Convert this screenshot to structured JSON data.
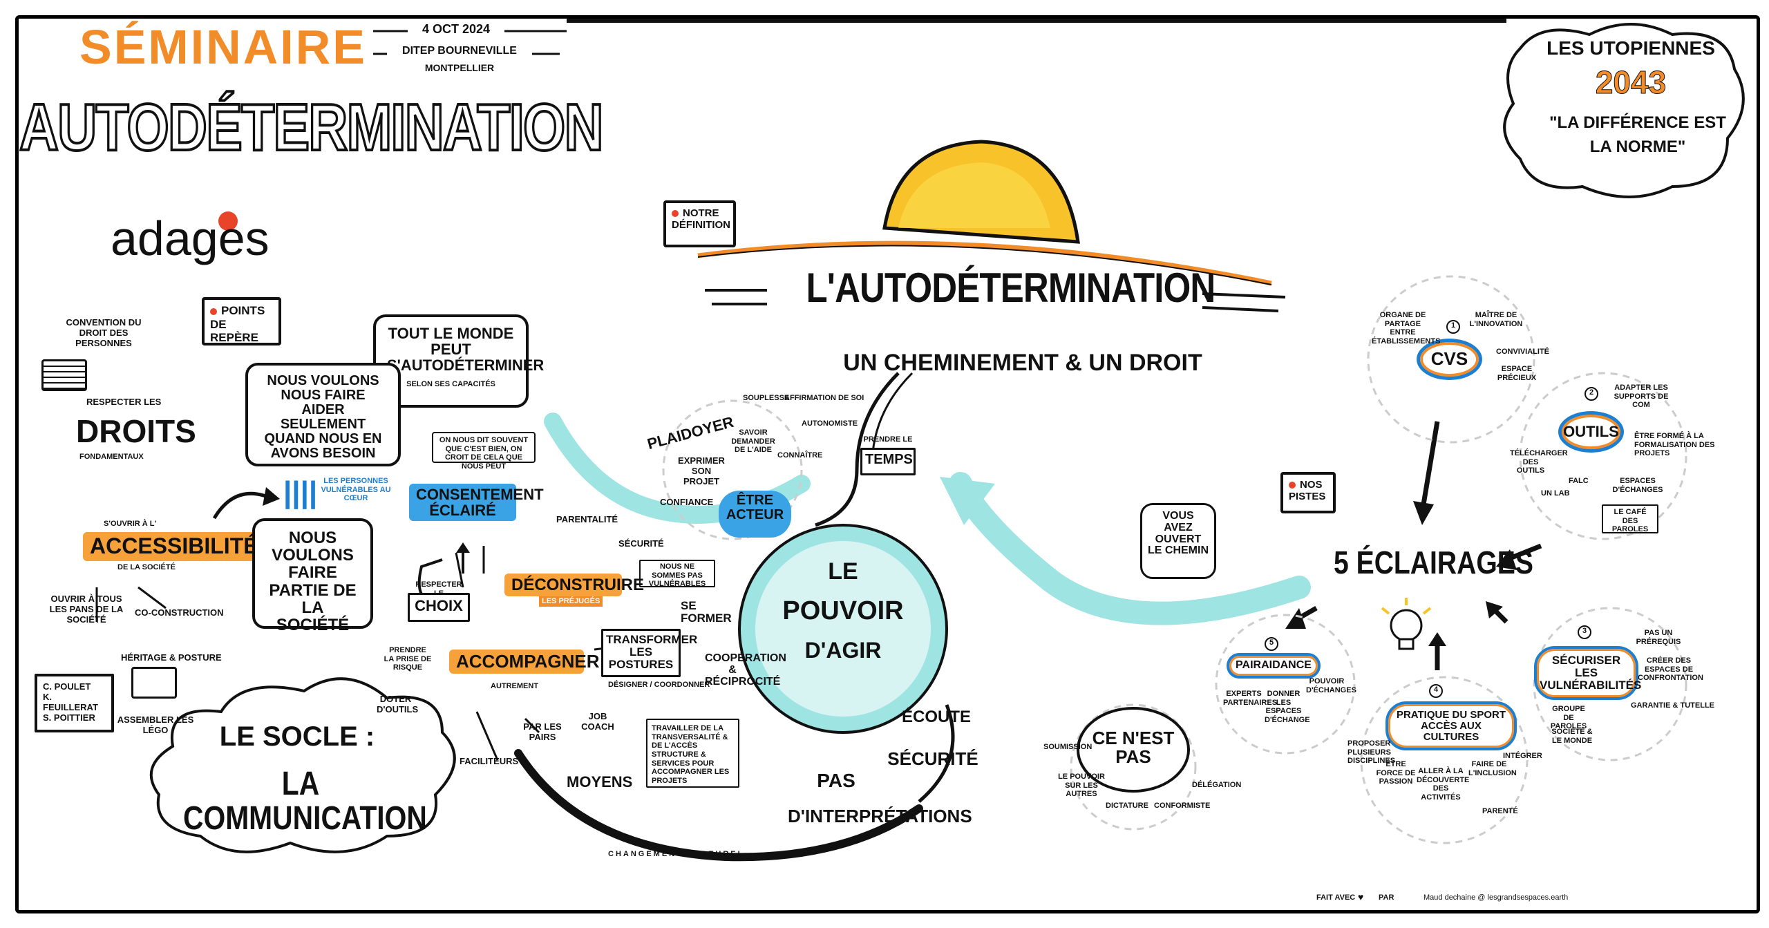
{
  "header": {
    "seminaire": "SÉMINAIRE",
    "date": "4 OCT 2024",
    "place_line1": "DITEP BOURNEVILLE",
    "place_line2": "MONTPELLIER",
    "autodetermination": "AUTODÉTERMINATION",
    "adages": "adages"
  },
  "utopiennes": {
    "line1": "LES UTOPIENNES",
    "year": "2043",
    "quote1": "\"LA DIFFÉRENCE EST",
    "quote2": "LA NORME\""
  },
  "definition_tag": "NOTRE DÉFINITION",
  "reperes_tag": "POINTS DE REPÈRE",
  "pistes_tag": "NOS PISTES",
  "main_title": "L'AUTODÉTERMINATION",
  "subtitle": "UN CHEMINEMENT & UN DROIT",
  "left": {
    "convention": "CONVENTION DU DROIT DES PERSONNES",
    "respecter": "RESPECTER LES",
    "droits": "DROITS",
    "fondamentaux": "FONDAMENTAUX",
    "accessibilite_pre": "S'OUVRIR À L'",
    "accessibilite": "ACCESSIBILITÉ",
    "accessibilite_post": "DE LA SOCIÉTÉ",
    "ouvrir": "OUVRIR À TOUS LES PANS DE LA SOCIÉTÉ",
    "coconstruction": "CO-CONSTRUCTION",
    "heritage": "HÉRITAGE & POSTURE",
    "assembler": "ASSEMBLER LES LÉGO",
    "authors": [
      "C. POULET",
      "K. FEUILLERAT",
      "S. POITTIER"
    ],
    "socle1": "LE SOCLE :",
    "socle2": "LA COMMUNICATION"
  },
  "bubbles": {
    "tout_le_monde": "TOUT LE MONDE PEUT S'AUTODÉTERMINER",
    "tout_le_monde_sub": "SELON SES CAPACITÉS",
    "nous_voulons_aider": "NOUS VOULONS NOUS FAIRE AIDER SEULEMENT QUAND NOUS EN AVONS BESOIN",
    "nous_voulons_partie": "NOUS VOULONS FAIRE PARTIE DE LA SOCIÉTÉ",
    "on_nous_dit": "ON NOUS DIT SOUVENT QUE C'EST BIEN, ON CROIT DE CELA QUE NOUS PEUT",
    "personnes_vulnerables": "LES PERSONNES VULNÉRABLES AU CŒUR"
  },
  "center": {
    "consentement": "CONSENTEMENT ÉCLAIRÉ",
    "deconstruire": "DÉCONSTRUIRE",
    "prejuges": "LES PRÉJUGÉS",
    "accompagner": "ACCOMPAGNER",
    "autrement": "AUTREMENT",
    "choix": "CHOIX",
    "respecter_choix": "RESPECTER LE",
    "parentalite": "PARENTALITÉ",
    "securite": "SÉCURITÉ",
    "pas_vulnerables": "NOUS NE SOMMES PAS VULNÉRABLES",
    "transformer": "TRANSFORMER LES POSTURES",
    "se_former": "SE FORMER",
    "cooperation": "COOPÉRATION & RÉCIPROCITÉ",
    "par_les_pairs": "PAR LES PAIRS",
    "facilitateurs": "FACILITEURS",
    "doter": "DOTER D'OUTILS",
    "prise_risque": "PRENDRE LA PRISE DE RISQUE",
    "job_coach": "JOB COACH",
    "designer": "DÉSIGNER / COORDONNER",
    "moyens": "MOYENS",
    "travailler": "TRAVAILLER DE LA TRANSVERSALITÉ & DE L'ACCÈS STRUCTURE & SERVICES POUR ACCOMPAGNER LES PROJETS",
    "changement": "CHANGEMENT CULTUREL",
    "plaidoyer": "PLAIDOYER",
    "exprimer": "EXPRIMER SON PROJET",
    "confiance": "CONFIANCE",
    "etre_acteur": "ÊTRE ACTEUR",
    "souplesse": "SOUPLESSE",
    "affirmation": "AFFIRMATION DE SOI",
    "savoir": "SAVOIR DEMANDER DE L'AIDE",
    "autonomie": "AUTONOMISTE",
    "connaitre": "CONNAÎTRE",
    "prendre_temps": "PRENDRE LE",
    "temps": "TEMPS",
    "pouvoir1": "LE",
    "pouvoir2": "POUVOIR",
    "pouvoir3": "D'AGIR",
    "ecoute": "ÉCOUTE",
    "securite2": "SÉCURITÉ",
    "pas_interp1": "PAS",
    "pas_interp2": "D'INTERPRÉTATIONS"
  },
  "right": {
    "vous_avez": "VOUS AVEZ OUVERT LE CHEMIN",
    "cinq_eclairages": "5 ÉCLAIRAGES",
    "ce_nest_pas": "CE N'EST PAS",
    "soumission": "SOUMISSION",
    "delegation": "DÉLÉGATION",
    "le_pouvoir_sur": "LE POUVOIR SUR LES AUTRES",
    "dictature": "DICTATURE",
    "capitalisme": "CONFORMISTE",
    "cvs": "CVS",
    "cvs_organe": "ORGANE DE PARTAGE ENTRE ÉTABLISSEMENTS",
    "cvs_maitre": "MAÎTRE DE L'INNOVATION",
    "cvs_convivial": "CONVIVIALITÉ",
    "cvs_espace": "ESPACE PRÉCIEUX",
    "outils": "OUTILS",
    "outils_adapter": "ADAPTER LES SUPPORTS DE COM",
    "outils_etre": "ÊTRE FORMÉ À LA FORMALISATION DES PROJETS",
    "outils_telecharger": "TÉLÉCHARGER DES OUTILS",
    "outils_falc": "FALC",
    "outils_lab": "UN LAB",
    "outils_espaces": "ESPACES D'ÉCHANGES",
    "outils_cafe": "LE CAFÉ DES PAROLES",
    "pairaidance": "PAIRAIDANCE",
    "pair_experts": "EXPERTS PARTENAIRES",
    "pair_donner": "DONNER LES ESPACES D'ÉCHANGE",
    "pair_pouvoir": "POUVOIR D'ÉCHANGES",
    "securiser": "SÉCURISER LES VULNÉRABILITÉS",
    "sec_pas": "PAS UN PRÉREQUIS",
    "sec_creer": "CRÉER DES ESPACES DE CONFRONTATION",
    "sec_garantie": "GARANTIE & TUTELLE",
    "sec_groupe": "GROUPE DE PAROLES",
    "sec_societe": "SOCIÉTÉ & LE MONDE",
    "pratique": "PRATIQUE DU SPORT ACCÈS AUX CULTURES",
    "prat_proposer": "PROPOSER PLUSIEURS DISCIPLINES",
    "prat_etre": "ÊTRE FORCE DE PASSION",
    "prat_aller": "ALLER À LA DÉCOUVERTE DES ACTIVITÉS",
    "prat_faire": "FAIRE DE L'INCLUSION",
    "prat_integrer": "INTÉGRER",
    "prat_parente": "PARENTÉ",
    "nums": [
      "1",
      "2",
      "3",
      "4",
      "5"
    ]
  },
  "footer": {
    "fait": "FAIT AVEC",
    "heart": "♥",
    "par": "PAR",
    "credit": "Maud dechaine @ lesgrandsespaces.earth"
  },
  "colors": {
    "orange": "#f28c28",
    "blue": "#1d7fd1",
    "teal": "#9ee4e3",
    "sun": "#f8c22b",
    "red_dot": "#e8442a"
  }
}
